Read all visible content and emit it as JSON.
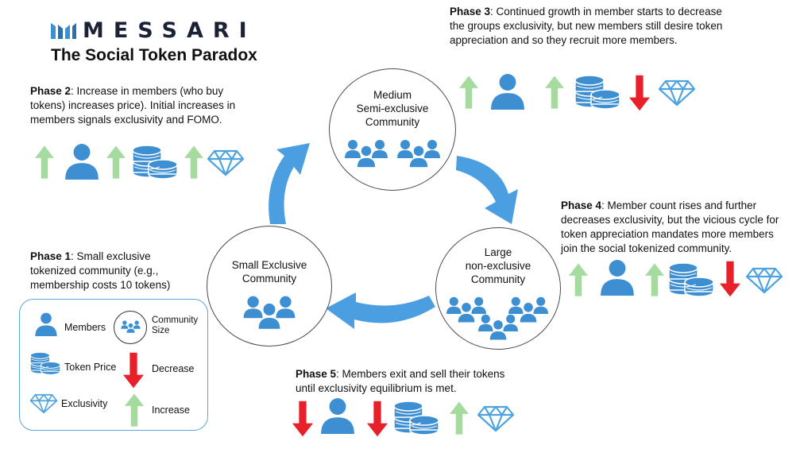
{
  "header": {
    "logo_text": "MESSARI",
    "title": "The Social Token Paradox"
  },
  "phases": {
    "phase1": {
      "label": "Phase 1",
      "line1": ": Small exclusive",
      "line2": "tokenized community (e.g.,",
      "line3": "membership costs 10 tokens)"
    },
    "phase2": {
      "label": "Phase 2",
      "line1": ": Increase in members (who buy",
      "line2": "tokens) increases price). Initial increases in",
      "line3": "members signals exclusivity and FOMO."
    },
    "phase3": {
      "label": "Phase 3",
      "line1": ": Continued growth in member starts to decrease",
      "line2": "the groups exclusivity, but new members still desire token",
      "line3": "appreciation and so they recruit more members."
    },
    "phase4": {
      "label": "Phase 4",
      "line1": ": Member count rises and further",
      "line2": "decreases exclusivity, but the vicious cycle for",
      "line3": "token appreciation mandates more members",
      "line4": "join the social tokenized community."
    },
    "phase5": {
      "label": "Phase 5",
      "line1": ": Members exit and sell their tokens",
      "line2": "until exclusivity equilibrium is met."
    }
  },
  "circles": {
    "small": {
      "line1": "Small Exclusive",
      "line2": "Community"
    },
    "medium": {
      "line1": "Medium",
      "line2": "Semi-exclusive",
      "line3": "Community"
    },
    "large": {
      "line1": "Large",
      "line2": "non-exclusive",
      "line3": "Community"
    }
  },
  "legend": {
    "members": "Members",
    "community_line1": "Community",
    "community_line2": "Size",
    "token_price": "Token Price",
    "decrease": "Decrease",
    "exclusivity": "Exclusivity",
    "increase": "Increase"
  },
  "colors": {
    "icon_blue": "#3d8fd1",
    "diamond_blue": "#4ea3e0",
    "arrow_green": "#a6dba0",
    "arrow_red": "#e8202a",
    "cycle_blue": "#4b9fe0",
    "text_dark": "#111111"
  },
  "icons": {
    "up": "green-up-arrow-icon",
    "down": "red-down-arrow-icon",
    "person": "person-icon",
    "coins": "coin-stack-icon",
    "diamond": "diamond-icon",
    "group": "group-icon"
  }
}
